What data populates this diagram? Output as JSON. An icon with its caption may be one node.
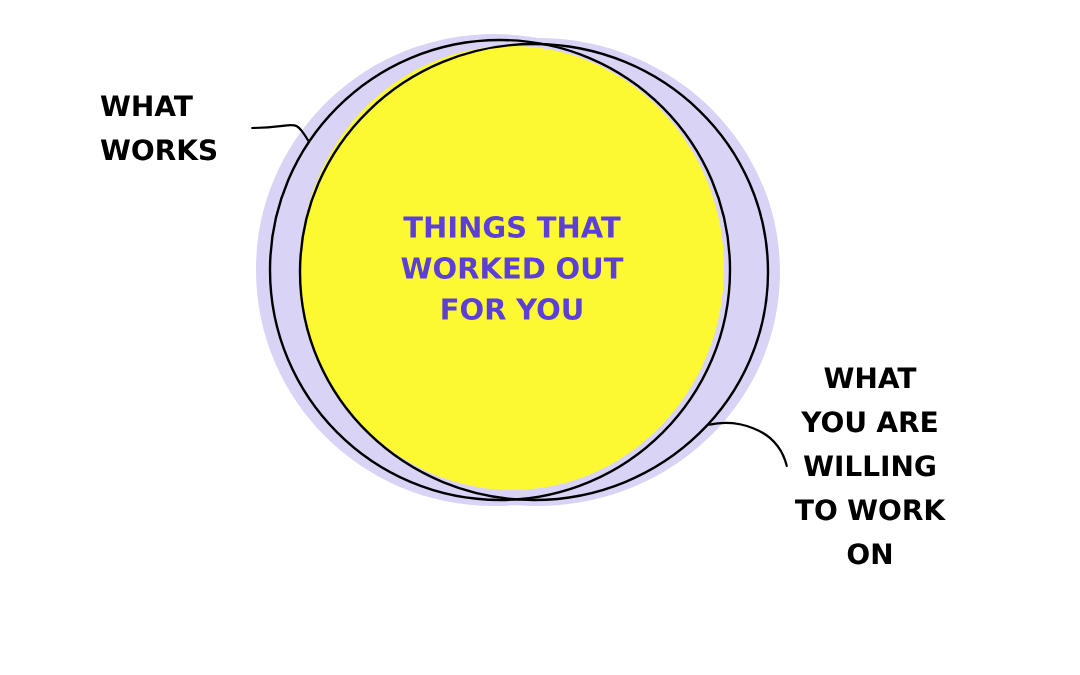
{
  "diagram": {
    "nodes": [
      {
        "text": [
          "WHAT WORKS"
        ]
      },
      {
        "text": [],
        "shape": "circle"
      },
      {
        "text": [],
        "shape": "circle"
      },
      {
        "text": [
          "THINGS THAT WORKED OUT FOR YOU"
        ]
      },
      {
        "text": [
          "WHAT YOU ARE WILLING TO WORK ON"
        ]
      }
    ],
    "edges": [
      {
        "from": 0,
        "to": 1,
        "arrow": "none"
      },
      {
        "from": 4,
        "to": 2,
        "arrow": "none"
      }
    ]
  }
}
